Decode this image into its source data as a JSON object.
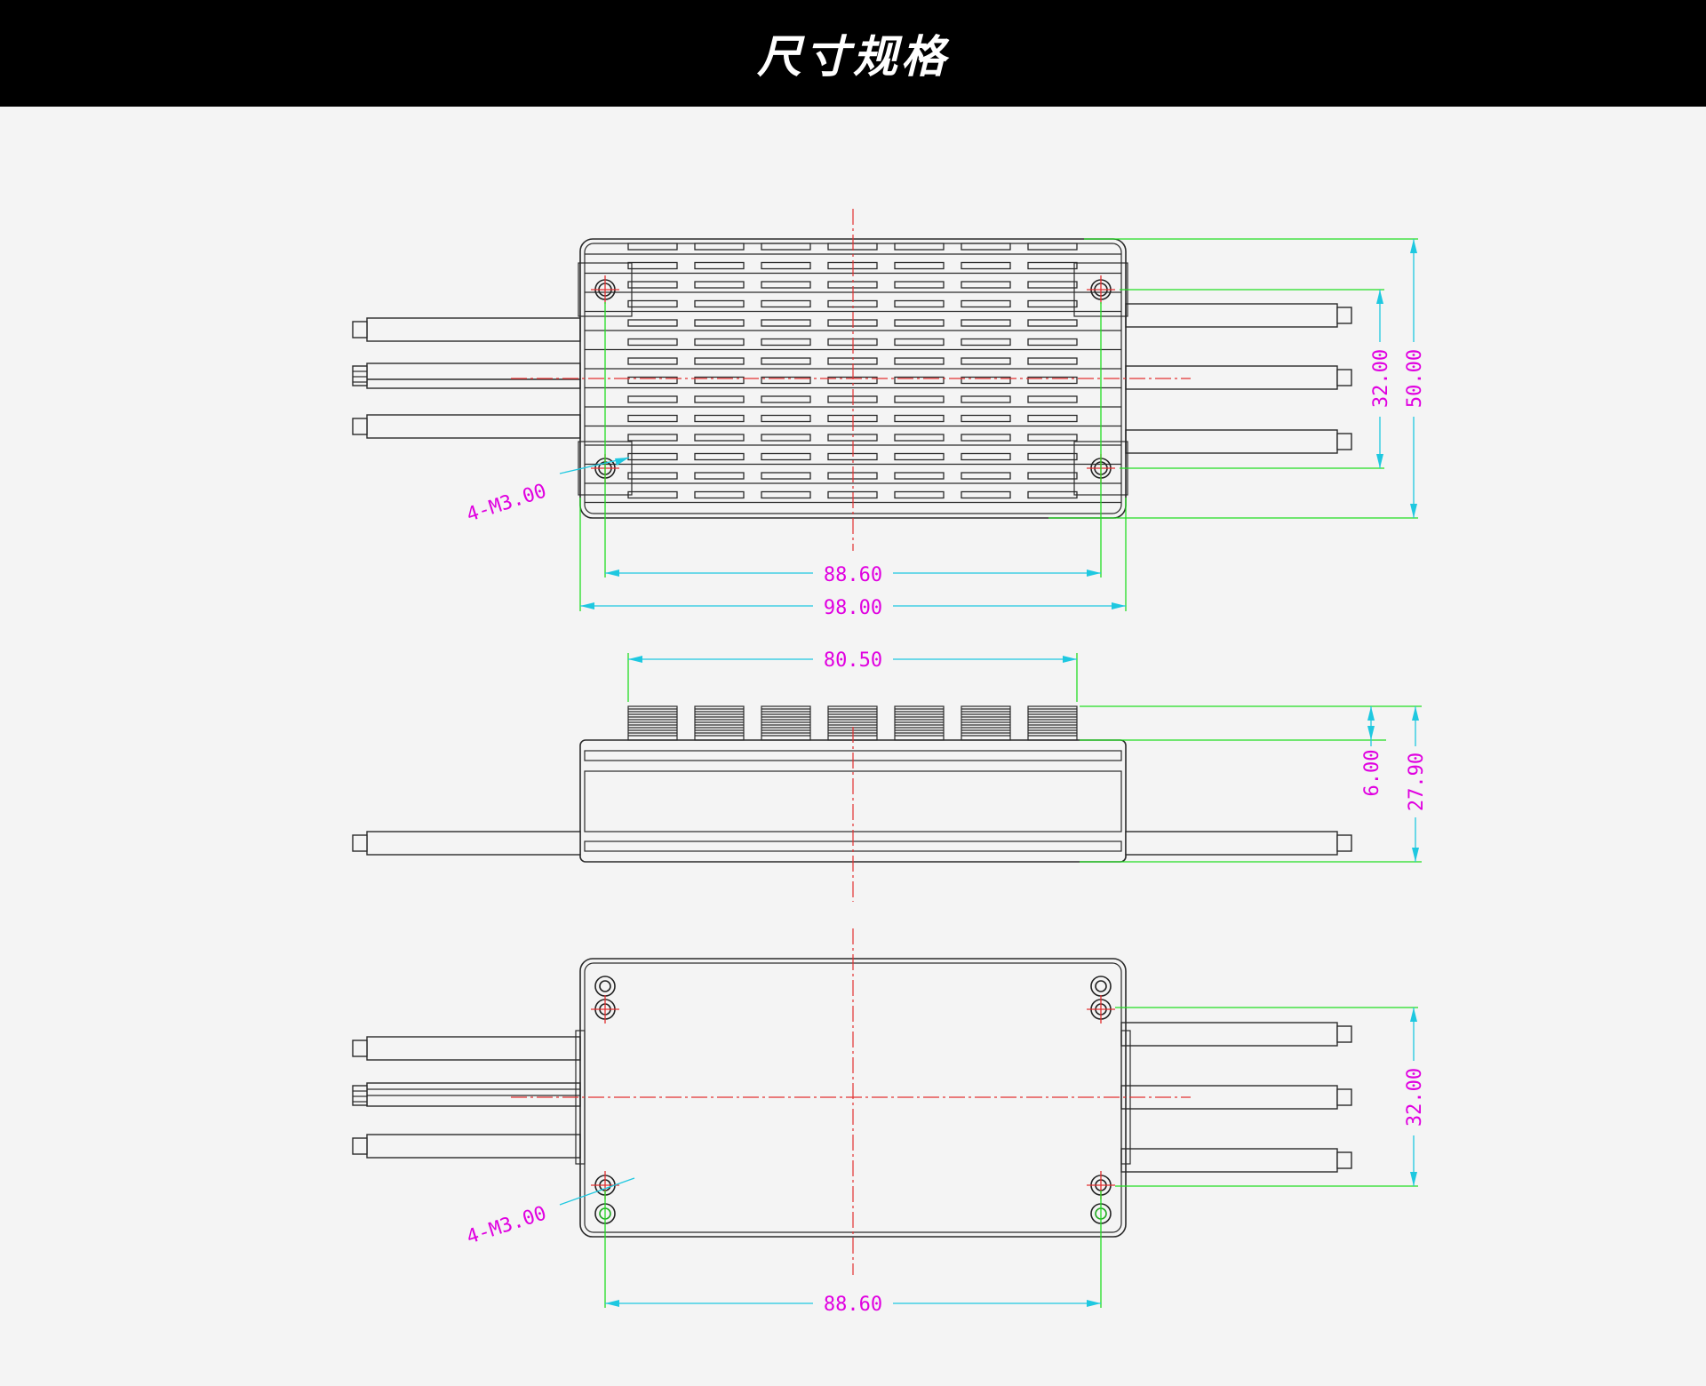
{
  "header": {
    "title": "尺寸规格"
  },
  "colors": {
    "header_bg": "#000000",
    "page_bg": "#f4f4f4",
    "dimension_text": "#e000e0",
    "dimension_line": "#1ec8e0",
    "extension_line": "#22dd22",
    "center_line": "#e23030"
  },
  "top_view": {
    "hole_label": "4-M3.00",
    "dim_hole_spacing_x": "88.60",
    "dim_overall_length": "98.00",
    "dim_hole_spacing_y": "32.00",
    "dim_overall_width": "50.00"
  },
  "side_view": {
    "dim_fin_length": "80.50",
    "dim_fin_height": "6.00",
    "dim_overall_height": "27.90"
  },
  "bottom_view": {
    "hole_label": "4-M3.00",
    "dim_hole_spacing_x": "88.60",
    "dim_hole_spacing_y": "32.00"
  }
}
